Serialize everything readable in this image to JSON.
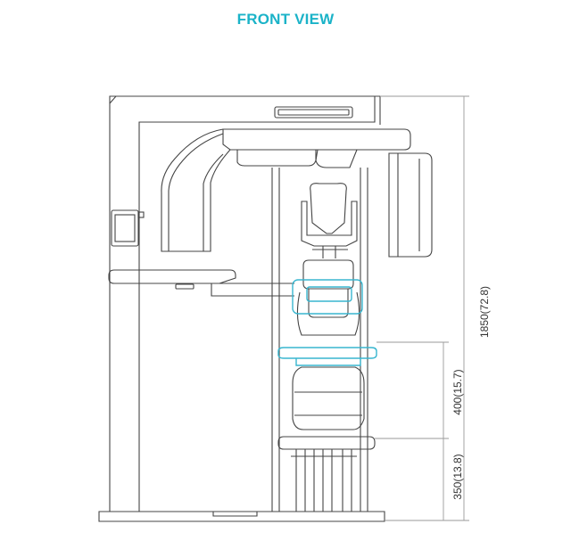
{
  "title": "FRONT VIEW",
  "colors": {
    "title": "#1bb3c8",
    "highlight": "#38b6cf",
    "line": "#444444",
    "dimension_line": "#9a9a9a"
  },
  "dimensions": {
    "total_height": "1850(72.8)",
    "middle_height": "400(15.7)",
    "base_height": "350(13.8)"
  }
}
